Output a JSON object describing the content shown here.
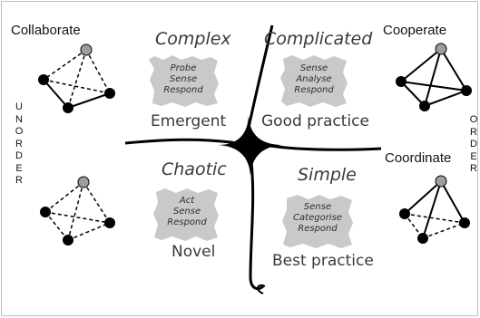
{
  "labels": {
    "collaborate": "Collaborate",
    "cooperate": "Cooperate",
    "coordinate": "Coordinate"
  },
  "domains": {
    "complex": {
      "title": "Complex",
      "response": [
        "Probe",
        "Sense",
        "Respond"
      ],
      "practice": "Emergent"
    },
    "complicated": {
      "title": "Complicated",
      "response": [
        "Sense",
        "Analyse",
        "Respond"
      ],
      "practice": "Good practice"
    },
    "chaotic": {
      "title": "Chaotic",
      "response": [
        "Act",
        "Sense",
        "Respond"
      ],
      "practice": "Novel"
    },
    "simple": {
      "title": "Simple",
      "response": [
        "Sense",
        "Categorise",
        "Respond"
      ],
      "practice": "Best practice"
    }
  },
  "side_letters": {
    "left": [
      "U",
      "N",
      "O",
      "R",
      "D",
      "E",
      "R"
    ],
    "right": [
      "O",
      "R",
      "D",
      "E",
      "R"
    ]
  },
  "colors": {
    "node": "#000000",
    "grey_node": "#9e9e9e",
    "note_bg": "#c9c9c9"
  }
}
